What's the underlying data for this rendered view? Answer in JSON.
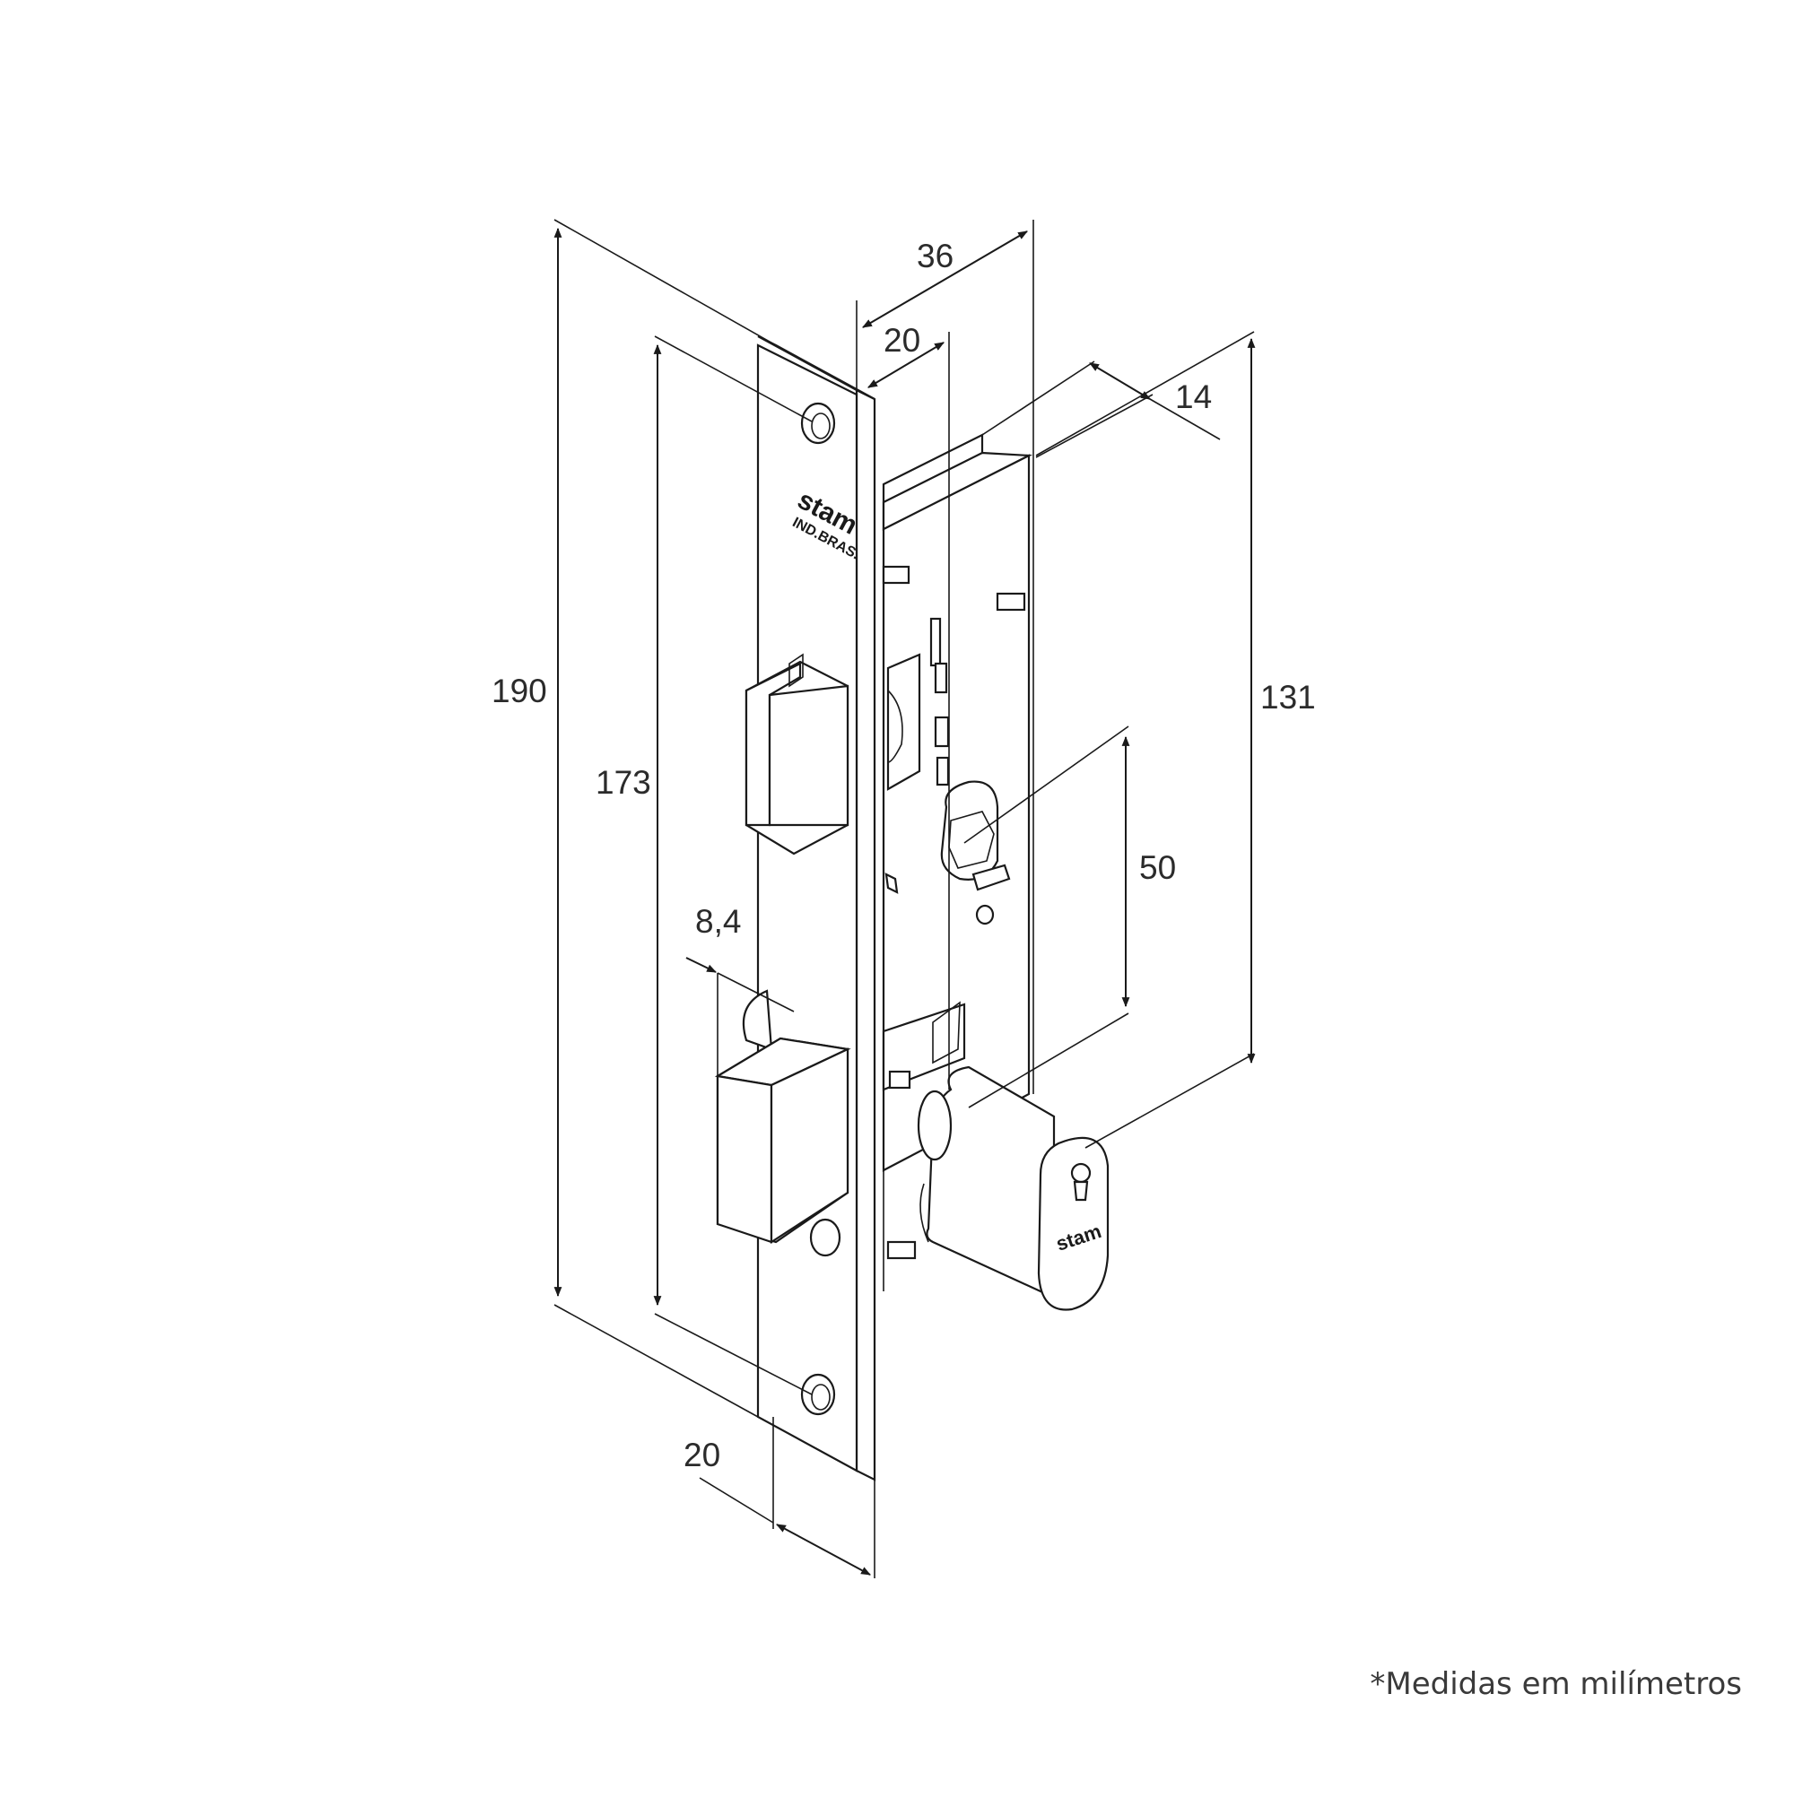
{
  "dimensions": {
    "overall_height": "190",
    "latch_span": "173",
    "backset_total": "36",
    "faceplate_offset": "20",
    "case_depth": "14",
    "case_height": "131",
    "spindle_to_cylinder": "50",
    "latch_projection": "8,4",
    "faceplate_width": "20"
  },
  "engraving": {
    "brand": "stam",
    "origin": "IND.BRAS.",
    "cylinder_brand": "stam"
  },
  "footnote": "*Medidas em milímetros",
  "icons": [
    "arrowhead-icon",
    "keyway-icon",
    "screw-hole-icon"
  ]
}
